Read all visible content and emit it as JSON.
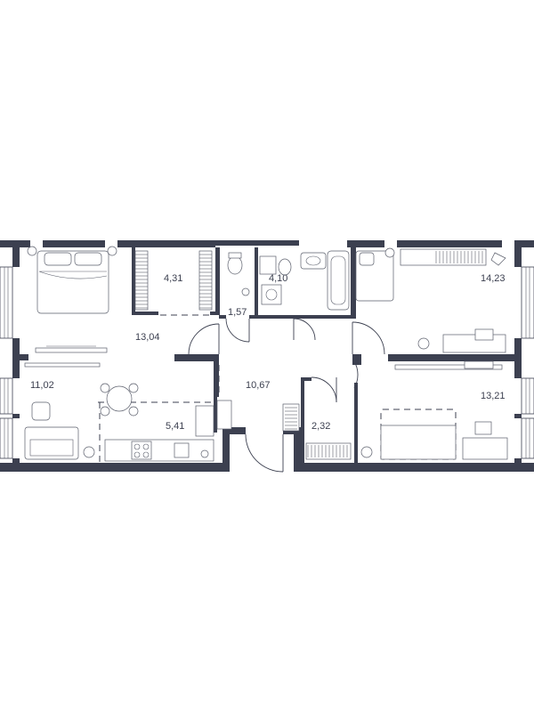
{
  "plan": {
    "colors": {
      "wall": "#3c4050",
      "line": "#5a5e6b",
      "background": "#ffffff"
    },
    "rooms": [
      {
        "id": "bedroom-left",
        "area": "13,04"
      },
      {
        "id": "wardrobe-left",
        "area": "4,31"
      },
      {
        "id": "toilet",
        "area": "1,57"
      },
      {
        "id": "bathroom",
        "area": "4,10"
      },
      {
        "id": "bedroom-right",
        "area": "14,23"
      },
      {
        "id": "living-room",
        "area": "11,02"
      },
      {
        "id": "kitchen",
        "area": "5,41"
      },
      {
        "id": "hallway",
        "area": "10,67"
      },
      {
        "id": "storage",
        "area": "2,32"
      },
      {
        "id": "bedroom-right-lower",
        "area": "13,21"
      }
    ]
  }
}
